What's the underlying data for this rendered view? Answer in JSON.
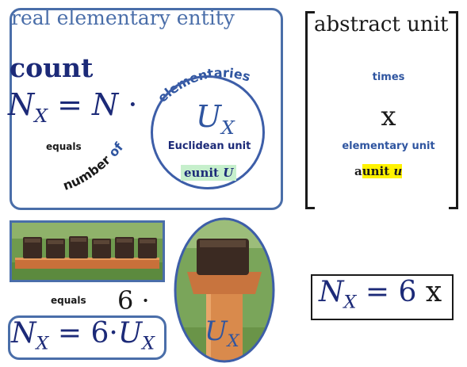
{
  "panel_real": {
    "title": "real elementary entity",
    "count_label": "count",
    "formula_main": {
      "n": "N",
      "sub": "X",
      "equals": "=",
      "n2": "N",
      "dot": "·"
    },
    "equals_label": "equals",
    "arc_number_of": "number of",
    "arc_elementaries": "elementaries",
    "circle_symbol": {
      "u": "U",
      "sub": "X"
    },
    "euclidean_unit_label": "Euclidean unit",
    "eunit_label": "eunit",
    "eunit_symbol": "U"
  },
  "panel_abstract": {
    "title": "abstract unit",
    "times_label": "times",
    "x_symbol": "x",
    "elementary_unit_label": "elementary unit",
    "aunit_prefix": "a",
    "aunit_highlight": "unit",
    "aunit_symbol": "u"
  },
  "bottom": {
    "equals_label": "equals",
    "six_dot": "6 ·",
    "formula_left": {
      "n": "N",
      "sub": "X",
      "rest": "= 6·",
      "u": "U",
      "usub": "X"
    },
    "oval_symbol": {
      "u": "U",
      "sub": "X"
    },
    "formula_right": {
      "n": "N",
      "sub": "X",
      "rest": "= 6",
      "x": "x"
    }
  },
  "colors": {
    "navy": "#1c2a78",
    "blue": "#2f55a0",
    "frame_blue": "#4a6ea9",
    "eunit_highlight": "#c6efcc",
    "aunit_highlight": "#fff200"
  },
  "icons": {
    "photo_rack": "six-wooden-blocks-on-plank-photo",
    "photo_oval": "single-block-on-post-photo"
  }
}
